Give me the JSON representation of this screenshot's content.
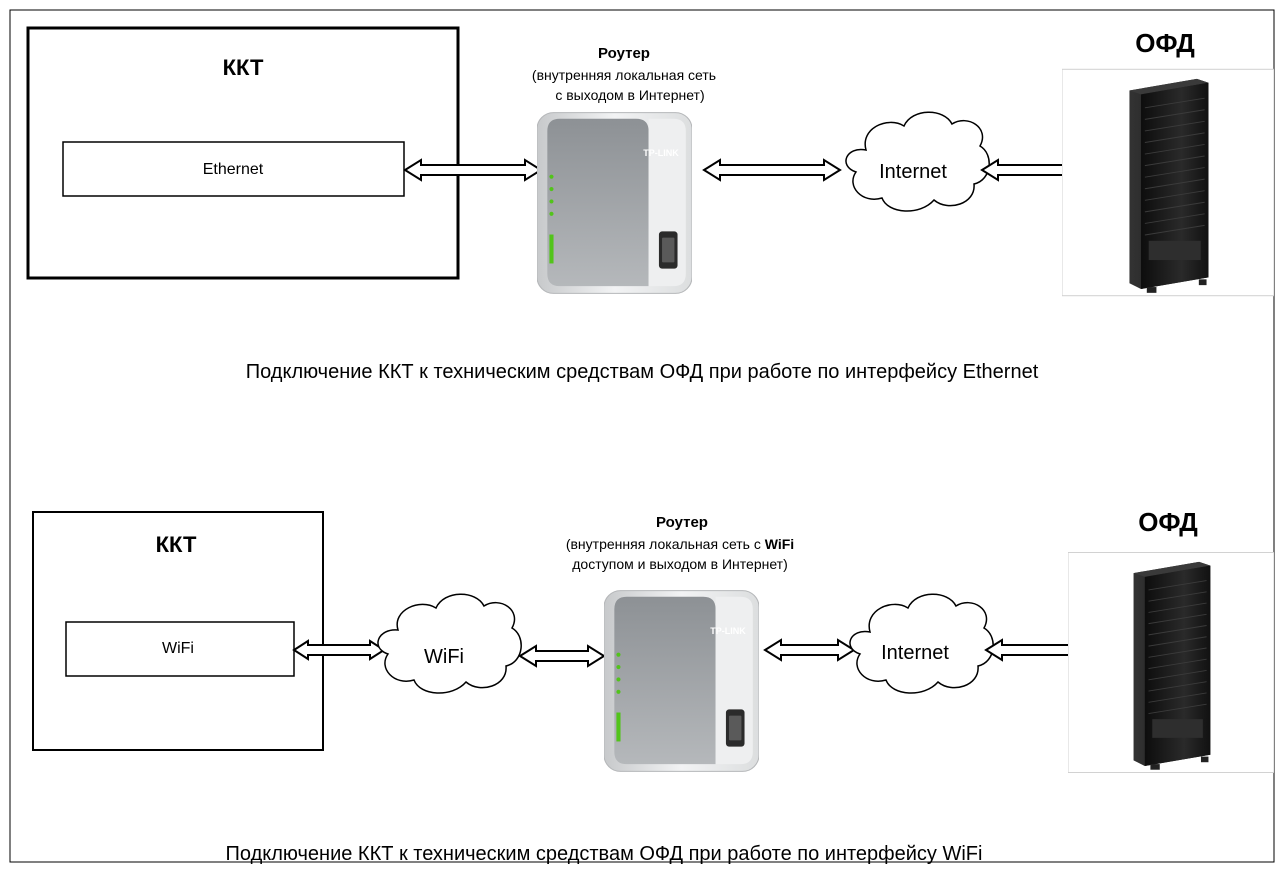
{
  "top": {
    "kkt": {
      "title": "ККТ",
      "port": "Ethernet"
    },
    "router": {
      "title": "Роутер",
      "desc_line1": "(внутренняя локальная сеть",
      "desc_line2": "с выходом в Интернет)",
      "brand": "TP-LINK"
    },
    "internet": "Internet",
    "ofd": "ОФД",
    "caption": "Подключение ККТ к техническим средствам ОФД при работе по интерфейсу Ethernet"
  },
  "bottom": {
    "kkt": {
      "title": "ККТ",
      "port": "WiFi"
    },
    "wifi_cloud": "WiFi",
    "router": {
      "title": "Роутер",
      "desc_line1a": "(внутренняя локальная сеть с ",
      "desc_line1b": "WiFi",
      "desc_line2": "доступом и выходом в Интернет)",
      "brand": "TP-LINK"
    },
    "internet": "Internet",
    "ofd": "ОФД",
    "caption": "Подключение ККТ к техническим средствам ОФД при работе по интерфейсу WiFi"
  },
  "colors": {
    "stroke": "#000000",
    "router_body": "#d8dadc",
    "router_panel": "#9a9ea2",
    "led": "#52c41a",
    "server": "#1a1a1a"
  }
}
